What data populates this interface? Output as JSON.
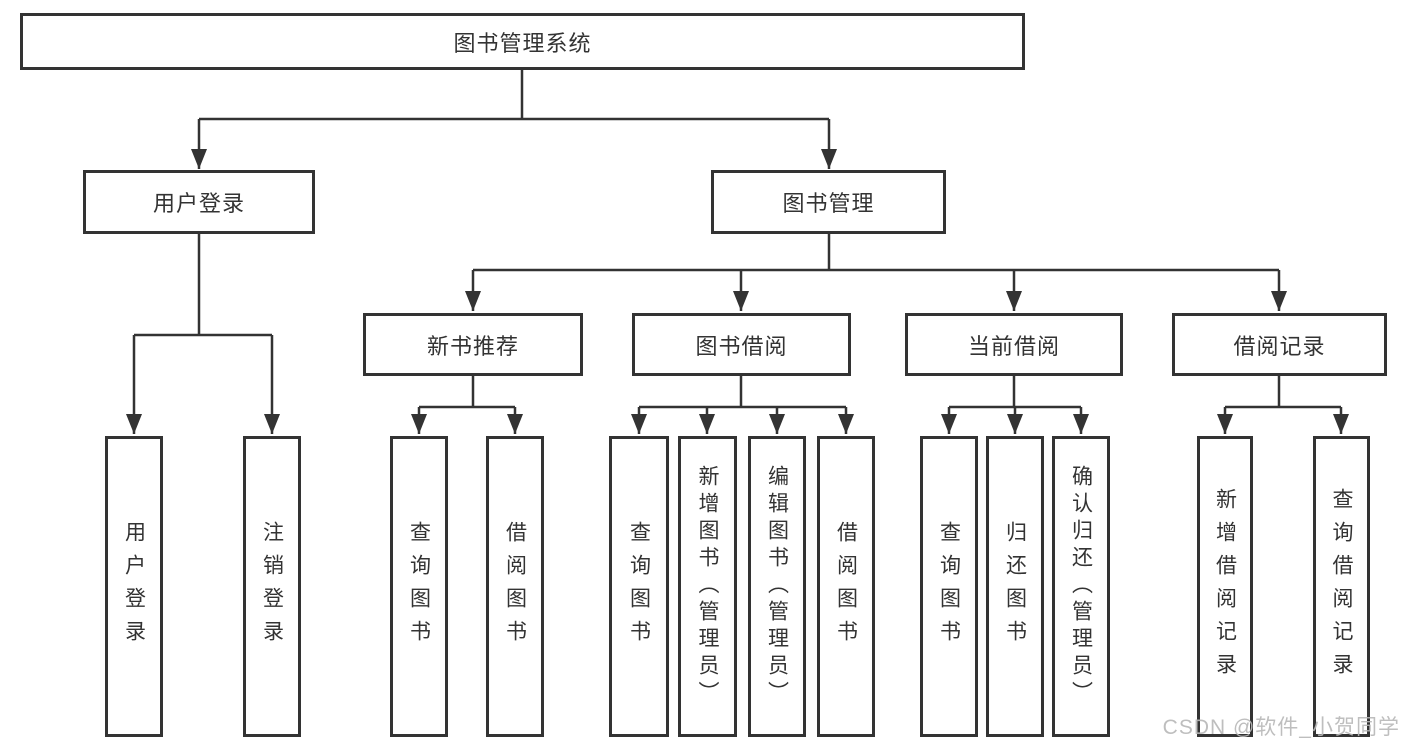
{
  "colors": {
    "line": "#333333",
    "box_border": "#333333",
    "text": "#333333",
    "watermark": "#b8b8b8",
    "background": "#ffffff"
  },
  "diagram": {
    "title": "图书管理系统",
    "level2": {
      "user_login": "用户登录",
      "book_management": "图书管理"
    },
    "level3": {
      "new_book_recommendation": "新书推荐",
      "book_borrowing": "图书借阅",
      "current_borrowing": "当前借阅",
      "borrowing_records": "借阅记录"
    },
    "leaves": {
      "user_login": [
        "用户登录",
        "注销登录"
      ],
      "new_book_recommendation": [
        "查询图书",
        "借阅图书"
      ],
      "book_borrowing": [
        "查询图书",
        "新增图书（管理员）",
        "编辑图书（管理员）",
        "借阅图书"
      ],
      "current_borrowing": [
        "查询图书",
        "归还图书",
        "确认归还（管理员）"
      ],
      "borrowing_records": [
        "新增借阅记录",
        "查询借阅记录"
      ]
    }
  },
  "watermark": "CSDN @软件_小贺同学"
}
